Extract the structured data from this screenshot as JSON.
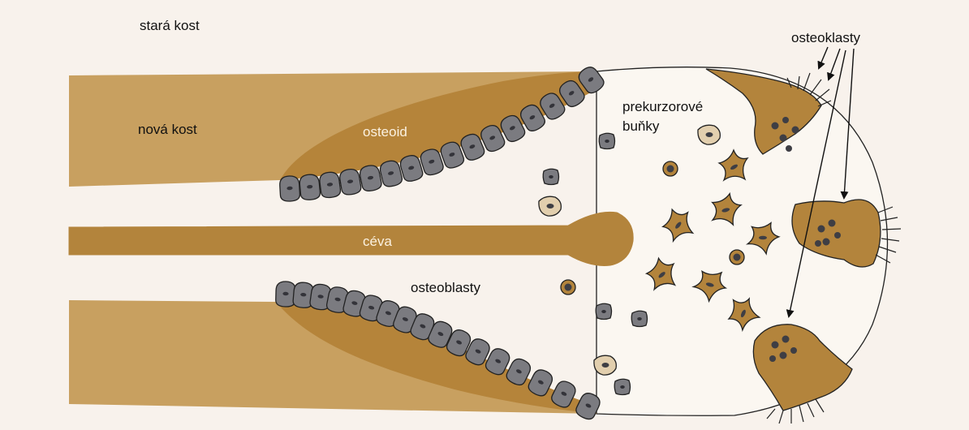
{
  "labels": {
    "old_bone": "stará kost",
    "new_bone": "nová kost",
    "osteoid": "osteoid",
    "precursor_line1": "prekurzorové",
    "precursor_line2": "buňky",
    "vessel": "céva",
    "osteoblasts": "osteoblasty",
    "osteoclasts": "osteoklasty"
  },
  "colors": {
    "background": "#f8f2ec",
    "old_bone": "#c8a060",
    "new_bone": "#b5843a",
    "osteoclast": "#b3843c",
    "osteoblast": "#7b7b80",
    "nucleus": "#3e3e44",
    "precursor": "#e2cfae",
    "cavity": "#fbf7f1",
    "outline": "#222222"
  }
}
